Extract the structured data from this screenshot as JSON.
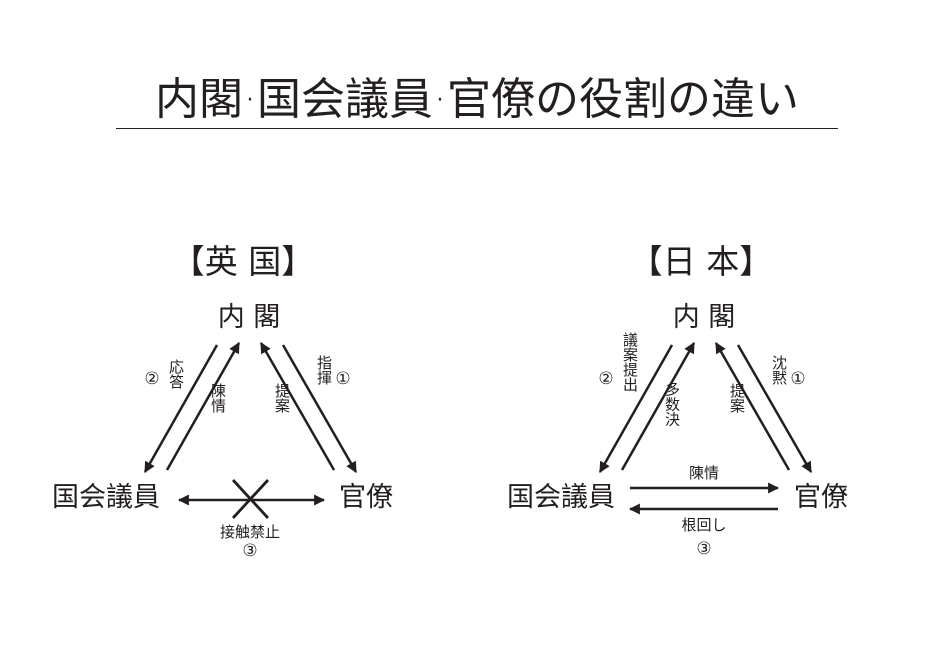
{
  "title": "内閣·国会議員·官僚の役割の違い",
  "uk": {
    "heading": "【英 国】",
    "nodes": {
      "cabinet": "内 閣",
      "diet": "国会議員",
      "bureaucrat": "官僚"
    },
    "labels": {
      "cabinet_to_diet": "応答",
      "diet_to_cabinet": "陳情",
      "cabinet_to_bureaucrat": "指揮",
      "bureaucrat_to_cabinet": "提案",
      "diet_bureaucrat": "接触禁止"
    },
    "markers": {
      "m1": "①",
      "m2": "②",
      "m3": "③"
    }
  },
  "japan": {
    "heading": "【日 本】",
    "nodes": {
      "cabinet": "内 閣",
      "diet": "国会議員",
      "bureaucrat": "官僚"
    },
    "labels": {
      "cabinet_to_diet": "議案提出",
      "diet_to_cabinet": "多数決",
      "cabinet_to_bureaucrat": "沈黙",
      "bureaucrat_to_cabinet": "提案",
      "diet_to_bureaucrat": "陳情",
      "bureaucrat_to_diet": "根回し"
    },
    "markers": {
      "m1": "①",
      "m2": "②",
      "m3": "③"
    }
  }
}
